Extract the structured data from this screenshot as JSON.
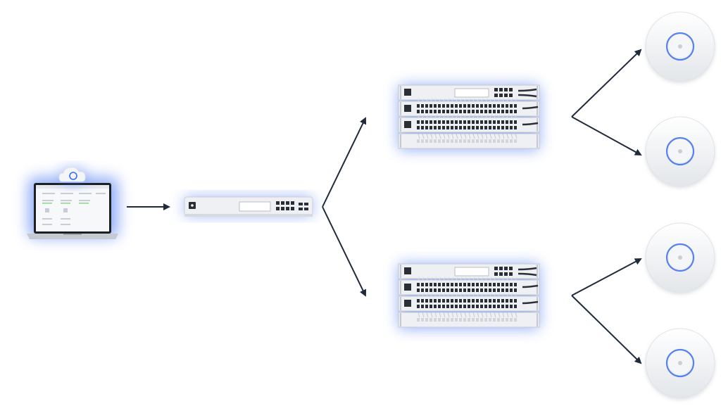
{
  "diagram": {
    "glow_color": "#3a6cf0",
    "arrow_color": "#1f2a3a",
    "device_color": "#eef0f3",
    "nodes": [
      {
        "id": "laptop",
        "icon": "laptop-cloud-icon"
      },
      {
        "id": "gateway",
        "icon": "rack-gateway-icon"
      },
      {
        "id": "switch-stack-top",
        "icon": "switch-stack-icon"
      },
      {
        "id": "switch-stack-bottom",
        "icon": "switch-stack-icon"
      },
      {
        "id": "ap-1",
        "icon": "access-point-icon"
      },
      {
        "id": "ap-2",
        "icon": "access-point-icon"
      },
      {
        "id": "ap-3",
        "icon": "access-point-icon"
      },
      {
        "id": "ap-4",
        "icon": "access-point-icon"
      }
    ],
    "edges": [
      {
        "from": "laptop",
        "to": "gateway"
      },
      {
        "from": "gateway",
        "to": "switch-stack-top"
      },
      {
        "from": "gateway",
        "to": "switch-stack-bottom"
      },
      {
        "from": "switch-stack-top",
        "to": "ap-1"
      },
      {
        "from": "switch-stack-top",
        "to": "ap-2"
      },
      {
        "from": "switch-stack-bottom",
        "to": "ap-3"
      },
      {
        "from": "switch-stack-bottom",
        "to": "ap-4"
      }
    ]
  }
}
